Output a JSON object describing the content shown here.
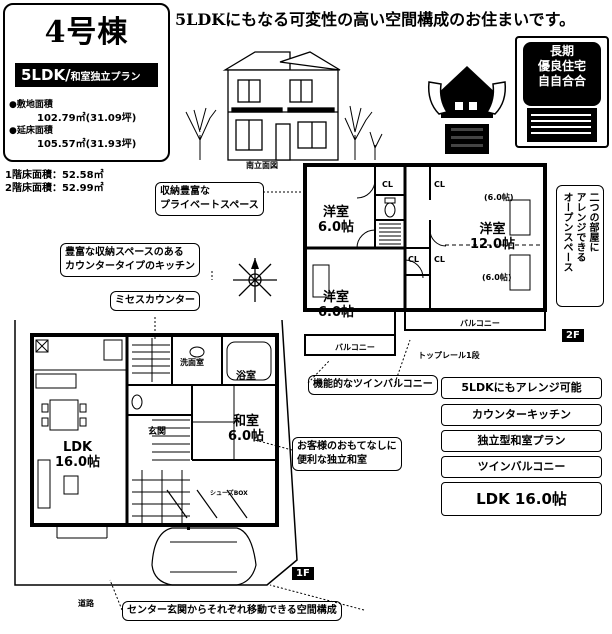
{
  "header": {
    "building": "4号棟",
    "plan": "5LDK/",
    "plan_sub": "和室独立プラン",
    "land_label": "●敷地面積",
    "land_value": "102.79㎡(31.09坪)",
    "floor_label": "●延床面積",
    "floor_value": "105.57㎡(31.93坪)",
    "floor1": "1階床面積：52.58㎡",
    "floor2": "2階床面積：52.99㎡"
  },
  "headline": "5LDKにもなる可変性の高い空間構成のお住まいです。",
  "badge": {
    "line1": "長期",
    "line2": "優良住宅",
    "line3": "自自合合"
  },
  "elevation_caption": "南立面図",
  "callouts": {
    "private_space": "収納豊富な\nプライベートスペース",
    "kitchen": "豊富な収納スペースのある\nカウンタータイプのキッチン",
    "mrs_counter": "ミセスカウンター",
    "balcony": "機能的なツインバルコニー",
    "guest_room": "お客様のおもてなしに\n便利な独立和室",
    "entrance": "センター玄関からそれぞれ移動できる空間構成",
    "open_space": "二つの部屋に\nアレンジできる\nオープンスペース"
  },
  "features": [
    "5LDKにもアレンジ可能",
    "カウンターキッチン",
    "独立型和室プラン",
    "ツインバルコニー",
    "LDK 16.0帖"
  ],
  "rooms_2f": {
    "west_top": "洋室\n6.0帖",
    "west_bottom": "洋室\n6.0帖",
    "east": "洋室\n12.0帖",
    "east_top_note": "(6.0帖)",
    "east_bottom_note": "(6.0帖)",
    "closet1": "CL",
    "closet2": "CL",
    "closet3": "CL",
    "closet4": "CL",
    "balcony_right": "バルコニー",
    "balcony_left": "バルコニー",
    "toplight": "トップレール1段",
    "floor": "2F"
  },
  "rooms_1f": {
    "ldk": "LDK\n16.0帖",
    "washitsu": "和室\n6.0帖",
    "bath": "浴室",
    "senmen": "洗面室",
    "genkan": "玄関",
    "shoes": "シューズBOX",
    "floor": "1F",
    "road": "道路"
  },
  "colors": {
    "ink": "#000000",
    "paper": "#ffffff",
    "grey": "#b5b5b5"
  }
}
